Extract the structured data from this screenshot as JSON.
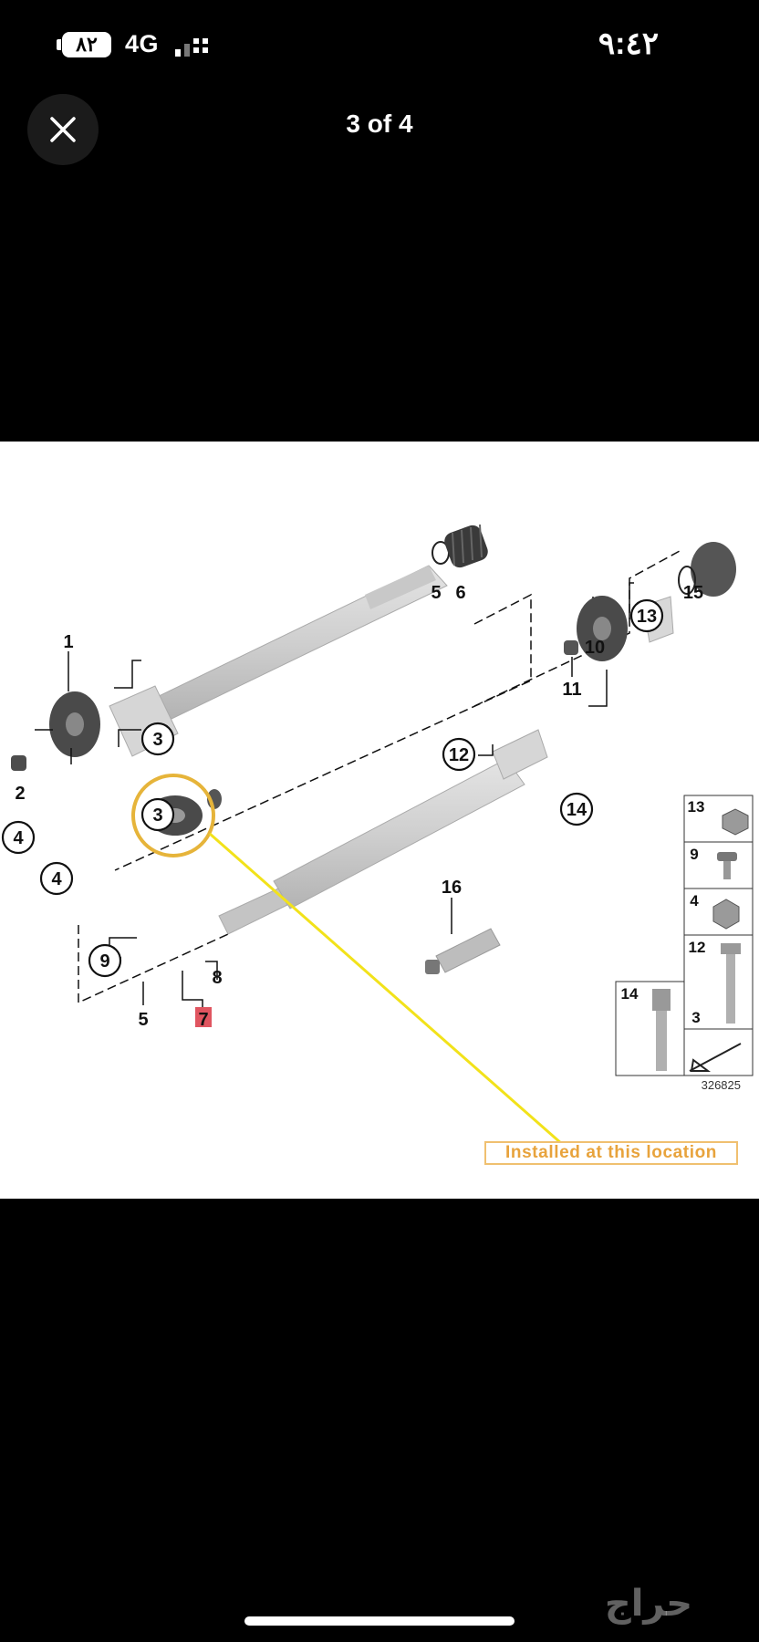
{
  "status_bar": {
    "battery": "٨٢",
    "network": "4G",
    "time": "٩:٤٢"
  },
  "header": {
    "counter": "3 of 4",
    "close_icon": "close-icon"
  },
  "image": {
    "callouts": {
      "c1": "1",
      "c2": "2",
      "c3a": "3",
      "c3b": "3",
      "c4a": "4",
      "c4b": "4",
      "c5a": "5",
      "c5b": "5",
      "c6": "6",
      "c7": "7",
      "c8": "8",
      "c9": "9",
      "c10": "10",
      "c11": "11",
      "c12": "12",
      "c13": "13",
      "c14": "14",
      "c15": "15",
      "c16": "16"
    },
    "legend": {
      "l13": "13",
      "l9": "9",
      "l4": "4",
      "l12": "12",
      "l14": "14",
      "l3": "3"
    },
    "reference_number": "326825",
    "annotation": "Installed at this location",
    "colors": {
      "highlight_ring": "#e6b43a",
      "pointer_line": "#f2e21a",
      "part7_badge": "#e05560"
    }
  },
  "watermark": "حراج"
}
